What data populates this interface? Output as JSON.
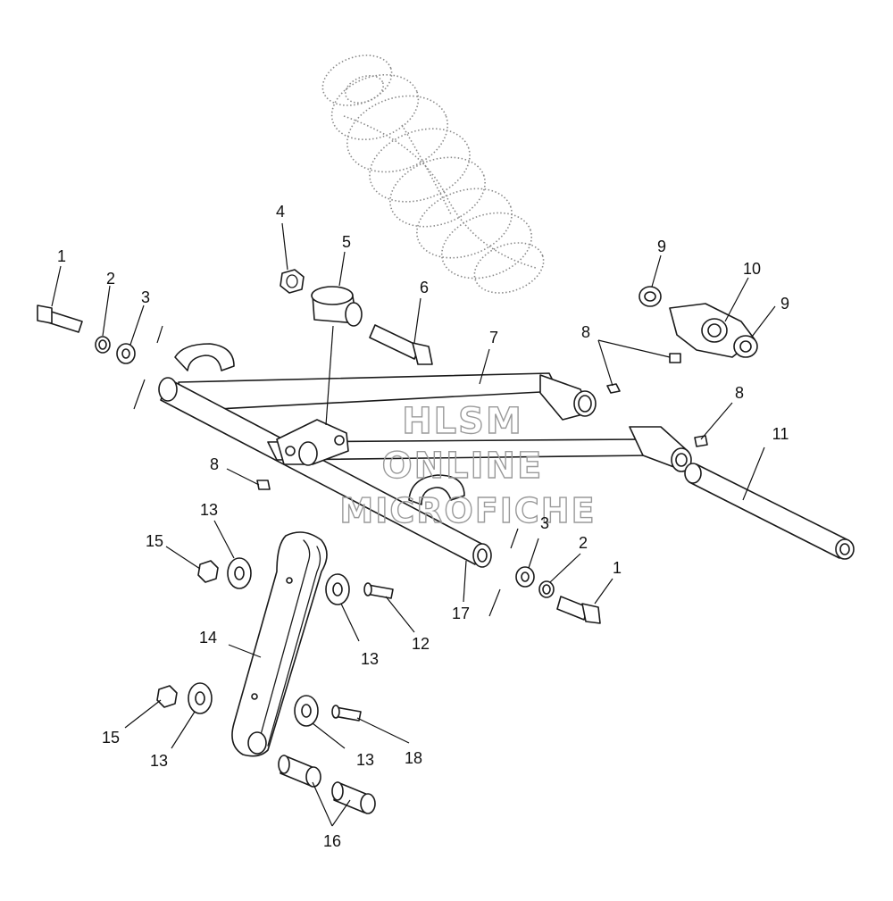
{
  "watermark": {
    "line1": "HLSM",
    "line2": "ONLINE",
    "line3": "MICROFICHE"
  },
  "callouts": [
    {
      "id": "c1a",
      "label": "1"
    },
    {
      "id": "c2a",
      "label": "2"
    },
    {
      "id": "c3a",
      "label": "3"
    },
    {
      "id": "c4",
      "label": "4"
    },
    {
      "id": "c5",
      "label": "5"
    },
    {
      "id": "c6",
      "label": "6"
    },
    {
      "id": "c7",
      "label": "7"
    },
    {
      "id": "c8a",
      "label": "8"
    },
    {
      "id": "c8b",
      "label": "8"
    },
    {
      "id": "c8c",
      "label": "8"
    },
    {
      "id": "c9a",
      "label": "9"
    },
    {
      "id": "c9b",
      "label": "9"
    },
    {
      "id": "c10",
      "label": "10"
    },
    {
      "id": "c11",
      "label": "11"
    },
    {
      "id": "c13a",
      "label": "13"
    },
    {
      "id": "c15a",
      "label": "15"
    },
    {
      "id": "c3b",
      "label": "3"
    },
    {
      "id": "c2b",
      "label": "2"
    },
    {
      "id": "c1b",
      "label": "1"
    },
    {
      "id": "c14",
      "label": "14"
    },
    {
      "id": "c13b",
      "label": "13"
    },
    {
      "id": "c12",
      "label": "12"
    },
    {
      "id": "c17",
      "label": "17"
    },
    {
      "id": "c15b",
      "label": "15"
    },
    {
      "id": "c13c",
      "label": "13"
    },
    {
      "id": "c13d",
      "label": "13"
    },
    {
      "id": "c18",
      "label": "18"
    },
    {
      "id": "c16",
      "label": "16"
    }
  ]
}
